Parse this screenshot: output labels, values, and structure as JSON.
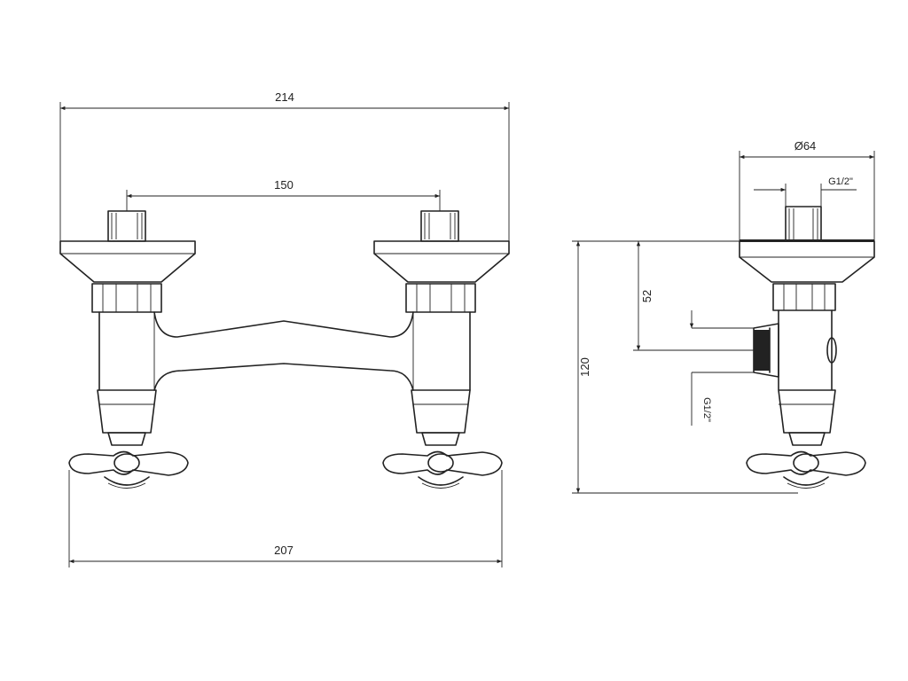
{
  "dimensions": {
    "overall_width": "214",
    "inlet_spacing": "150",
    "handle_span": "207",
    "height": "120",
    "outlet_offset": "52",
    "flange_diameter": "Ø64",
    "inlet_thread": "G1/2\"",
    "outlet_thread": "G1/2\""
  },
  "colors": {
    "line": "#222222",
    "background": "#ffffff"
  }
}
